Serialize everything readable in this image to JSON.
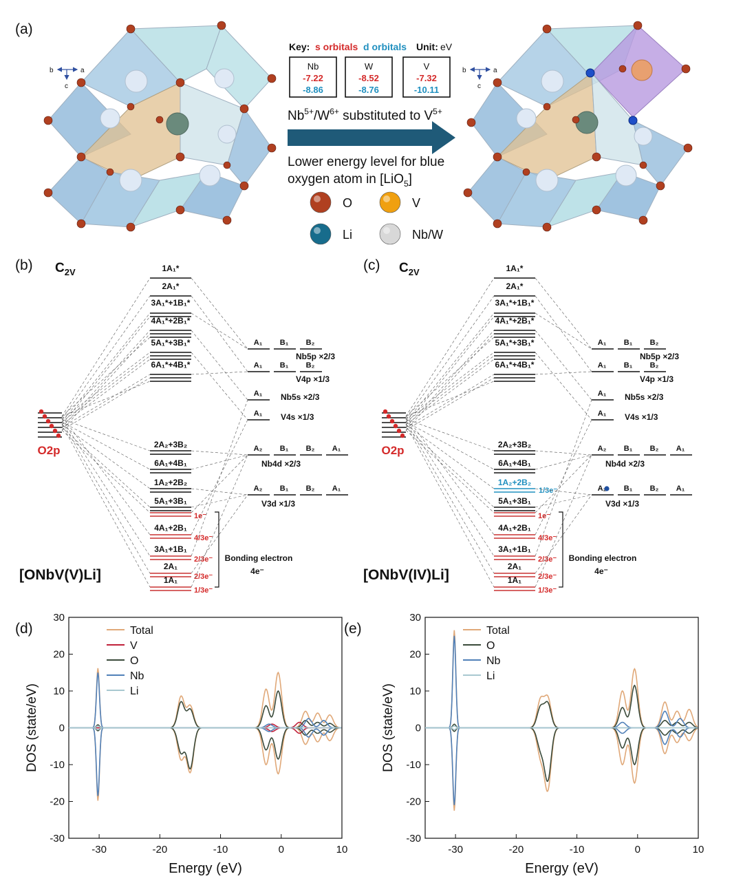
{
  "panels": {
    "a": "(a)",
    "b": "(b)",
    "c": "(c)",
    "d": "(d)",
    "e": "(e)"
  },
  "panel_a": {
    "key_label": "Key:",
    "key_s": "s orbitals",
    "key_d": "d orbitals",
    "unit_label": "Unit:",
    "unit_value": "eV",
    "boxes": [
      {
        "element": "Nb",
        "s": "-7.22",
        "d": "-8.86"
      },
      {
        "element": "W",
        "s": "-8.52",
        "d": "-8.76"
      },
      {
        "element": "V",
        "s": "-7.32",
        "d": "-10.11"
      }
    ],
    "arrow_title": "Nb⁵⁺/W⁶⁺ substituted to V⁵⁺",
    "caption_line1": "Lower energy level for blue",
    "caption_line2": "oxygen atom in [LiO₅]",
    "axis_a": "a",
    "axis_b": "b",
    "axis_c": "c",
    "legend": [
      {
        "label": "O",
        "color": "#b04020"
      },
      {
        "label": "V",
        "color": "#f0a010"
      },
      {
        "label": "Li",
        "color": "#176c8c"
      },
      {
        "label": "Nb/W",
        "color": "#d8d8d8"
      }
    ]
  },
  "panel_b": {
    "symmetry": "C2V",
    "o2p": "O2p",
    "title": "[ONbV(V)Li]",
    "antibonding": [
      "1A₁*",
      "2A₁*",
      "3A₁*+1B₁*",
      "4A₁*+2B₁*",
      "5A₁*+3B₁*",
      "6A₁*+4B₁*"
    ],
    "middle": [
      "2A₂+3B₂",
      "6A₁+4B₁",
      "1A₂+2B₂",
      "5A₁+3B₁"
    ],
    "bonding": [
      "4A₁+2B₁",
      "3A₁+1B₁",
      "2A₁",
      "1A₁"
    ],
    "electrons": [
      "1e⁻",
      "4/3e⁻",
      "2/3e⁻",
      "2/3e⁻",
      "1/3e⁻"
    ],
    "bonding_label": "Bonding electron",
    "bonding_count": "4e⁻",
    "right_rows": [
      {
        "orbs": [
          "A₁",
          "B₁",
          "B₂"
        ],
        "label": "Nb5p ×2/3"
      },
      {
        "orbs": [
          "A₁",
          "B₁",
          "B₂"
        ],
        "label": "V4p ×1/3"
      },
      {
        "orbs": [
          "A₁"
        ],
        "label": "Nb5s ×2/3"
      },
      {
        "orbs": [
          "A₁"
        ],
        "label": "V4s ×1/3"
      },
      {
        "orbs": [
          "A₂",
          "B₁",
          "B₂",
          "A₁"
        ],
        "label": "Nb4d ×2/3"
      },
      {
        "orbs": [
          "A₂",
          "B₁",
          "B₂",
          "A₁"
        ],
        "label": "V3d ×1/3"
      }
    ]
  },
  "panel_c": {
    "symmetry": "C2V",
    "o2p": "O2p",
    "title": "[ONbV(IV)Li]",
    "antibonding": [
      "1A₁*",
      "2A₁*",
      "3A₁*+1B₁*",
      "4A₁*+2B₁*",
      "5A₁*+3B₁*",
      "6A₁*+4B₁*"
    ],
    "middle": [
      "2A₂+3B₂",
      "6A₁+4B₁",
      "1A₂+2B₂",
      "5A₁+3B₁"
    ],
    "highlight_electron": "1/3e⁻",
    "bonding": [
      "4A₁+2B₁",
      "3A₁+1B₁",
      "2A₁",
      "1A₁"
    ],
    "electrons": [
      "1e⁻",
      "4/3e⁻",
      "2/3e⁻",
      "2/3e⁻",
      "1/3e⁻"
    ],
    "bonding_label": "Bonding electron",
    "bonding_count": "4e⁻",
    "right_rows": [
      {
        "orbs": [
          "A₁",
          "B₁",
          "B₂"
        ],
        "label": "Nb5p ×2/3"
      },
      {
        "orbs": [
          "A₁",
          "B₁",
          "B₂"
        ],
        "label": "V4p ×1/3"
      },
      {
        "orbs": [
          "A₁"
        ],
        "label": "Nb5s ×2/3"
      },
      {
        "orbs": [
          "A₁"
        ],
        "label": "V4s ×1/3"
      },
      {
        "orbs": [
          "A₂",
          "B₁",
          "B₂",
          "A₁"
        ],
        "label": "Nb4d ×2/3"
      },
      {
        "orbs": [
          "A₂",
          "B₁",
          "B₂",
          "A₁"
        ],
        "label": "V3d ×1/3"
      }
    ]
  },
  "chart_data": [
    {
      "type": "line",
      "xlabel": "Energy (eV)",
      "ylabel": "DOS (state/eV)",
      "xlim": [
        -35,
        10
      ],
      "ylim": [
        -30,
        30
      ],
      "xticks": [
        -30,
        -20,
        -10,
        0,
        10
      ],
      "yticks": [
        -30,
        -20,
        -10,
        0,
        10,
        20,
        30
      ],
      "xtick_labels": [
        "-30",
        "-20",
        "-10",
        "0",
        "10"
      ],
      "ytick_labels": [
        "-30",
        "-20",
        "-10",
        "0",
        "10",
        "20",
        "30"
      ],
      "series": [
        {
          "name": "Total",
          "color": "#e0a878",
          "peaks": [
            [
              -30.2,
              16.2,
              -19.8
            ],
            [
              -16.5,
              8.5,
              -8.5
            ],
            [
              -15.0,
              6.0,
              -12.0
            ],
            [
              -2.5,
              10.5,
              -10.0
            ],
            [
              -0.5,
              15.0,
              -12.5
            ],
            [
              4.0,
              4.5,
              -4.5
            ],
            [
              6.0,
              4.0,
              -3.8
            ],
            [
              8.0,
              3.5,
              -3.5
            ]
          ]
        },
        {
          "name": "V",
          "color": "#c0203a",
          "peaks": [
            [
              -1.5,
              1.0,
              -1.0
            ],
            [
              3.0,
              1.5,
              -1.5
            ]
          ]
        },
        {
          "name": "O",
          "color": "#3a4a3a",
          "peaks": [
            [
              -30.2,
              0.8,
              -0.8
            ],
            [
              -16.5,
              7.0,
              -6.8
            ],
            [
              -15.0,
              5.0,
              -11.0
            ],
            [
              -2.5,
              6.0,
              -6.0
            ],
            [
              -0.5,
              10.0,
              -8.5
            ],
            [
              4.0,
              2.0,
              -2.0
            ],
            [
              6.0,
              1.5,
              -1.5
            ],
            [
              8.0,
              1.2,
              -1.2
            ]
          ]
        },
        {
          "name": "Nb",
          "color": "#5080b8",
          "peaks": [
            [
              -30.2,
              15.0,
              -18.5
            ],
            [
              -2.0,
              1.0,
              -1.0
            ],
            [
              4.5,
              2.5,
              -2.5
            ],
            [
              7.0,
              2.0,
              -2.0
            ]
          ]
        },
        {
          "name": "Li",
          "color": "#a8c8d0",
          "peaks": [
            [
              -30.2,
              0.5,
              -0.5
            ]
          ]
        }
      ]
    },
    {
      "type": "line",
      "xlabel": "Energy (eV)",
      "ylabel": "DOS (state/eV)",
      "xlim": [
        -35,
        10
      ],
      "ylim": [
        -30,
        30
      ],
      "xticks": [
        -30,
        -20,
        -10,
        0,
        10
      ],
      "yticks": [
        -30,
        -20,
        -10,
        0,
        10,
        20,
        30
      ],
      "xtick_labels": [
        "-30",
        "-20",
        "-10",
        "0",
        "10"
      ],
      "ytick_labels": [
        "-30",
        "-20",
        "-10",
        "0",
        "10",
        "20",
        "30"
      ],
      "series": [
        {
          "name": "Total",
          "color": "#e0a878",
          "peaks": [
            [
              -30.2,
              26.5,
              -22.5
            ],
            [
              -16.0,
              7.5,
              -7.5
            ],
            [
              -14.8,
              8.0,
              -16.5
            ],
            [
              -2.5,
              10.0,
              -10.0
            ],
            [
              -0.5,
              16.0,
              -15.0
            ],
            [
              4.5,
              7.0,
              -7.0
            ],
            [
              6.5,
              4.5,
              -4.0
            ],
            [
              8.5,
              5.0,
              -3.5
            ]
          ]
        },
        {
          "name": "O",
          "color": "#3a4a3a",
          "peaks": [
            [
              -30.2,
              1.0,
              -1.0
            ],
            [
              -16.0,
              5.5,
              -5.5
            ],
            [
              -14.8,
              6.5,
              -14.0
            ],
            [
              -2.5,
              5.5,
              -5.5
            ],
            [
              -0.5,
              11.5,
              -10.0
            ],
            [
              4.5,
              2.0,
              -2.0
            ],
            [
              6.5,
              1.5,
              -1.5
            ],
            [
              8.5,
              1.5,
              -1.5
            ]
          ]
        },
        {
          "name": "Nb",
          "color": "#5080b8",
          "peaks": [
            [
              -30.2,
              25.0,
              -21.0
            ],
            [
              -2.5,
              1.5,
              -1.5
            ],
            [
              4.5,
              4.5,
              -4.5
            ],
            [
              7.0,
              2.5,
              -2.5
            ]
          ]
        },
        {
          "name": "Li",
          "color": "#a8c8d0",
          "peaks": [
            [
              -30.2,
              0.5,
              -0.5
            ]
          ]
        }
      ]
    }
  ]
}
